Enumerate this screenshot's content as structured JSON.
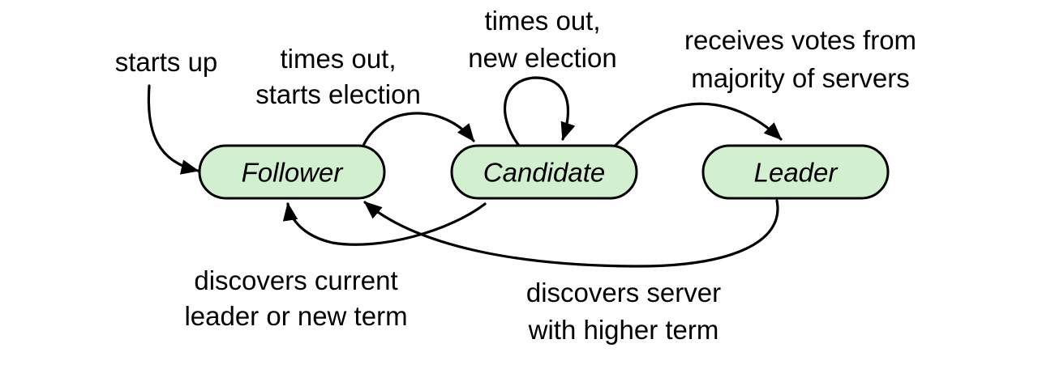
{
  "colors": {
    "state_fill": "#d2efcf",
    "stroke": "#000000",
    "background": "#ffffff"
  },
  "states": [
    {
      "id": "follower",
      "label": "Follower"
    },
    {
      "id": "candidate",
      "label": "Candidate"
    },
    {
      "id": "leader",
      "label": "Leader"
    }
  ],
  "transitions": [
    {
      "id": "starts-up",
      "from": "",
      "to": "follower",
      "label": [
        "starts up"
      ]
    },
    {
      "id": "follower-to-candidate",
      "from": "follower",
      "to": "candidate",
      "label": [
        "times out,",
        "starts election"
      ]
    },
    {
      "id": "candidate-self",
      "from": "candidate",
      "to": "candidate",
      "label": [
        "times out,",
        "new election"
      ]
    },
    {
      "id": "candidate-to-leader",
      "from": "candidate",
      "to": "leader",
      "label": [
        "receives votes from",
        "majority of servers"
      ]
    },
    {
      "id": "candidate-to-follower",
      "from": "candidate",
      "to": "follower",
      "label": [
        "discovers current",
        "leader or new term"
      ]
    },
    {
      "id": "leader-to-follower",
      "from": "leader",
      "to": "follower",
      "label": [
        "discovers server",
        "with higher term"
      ]
    }
  ]
}
